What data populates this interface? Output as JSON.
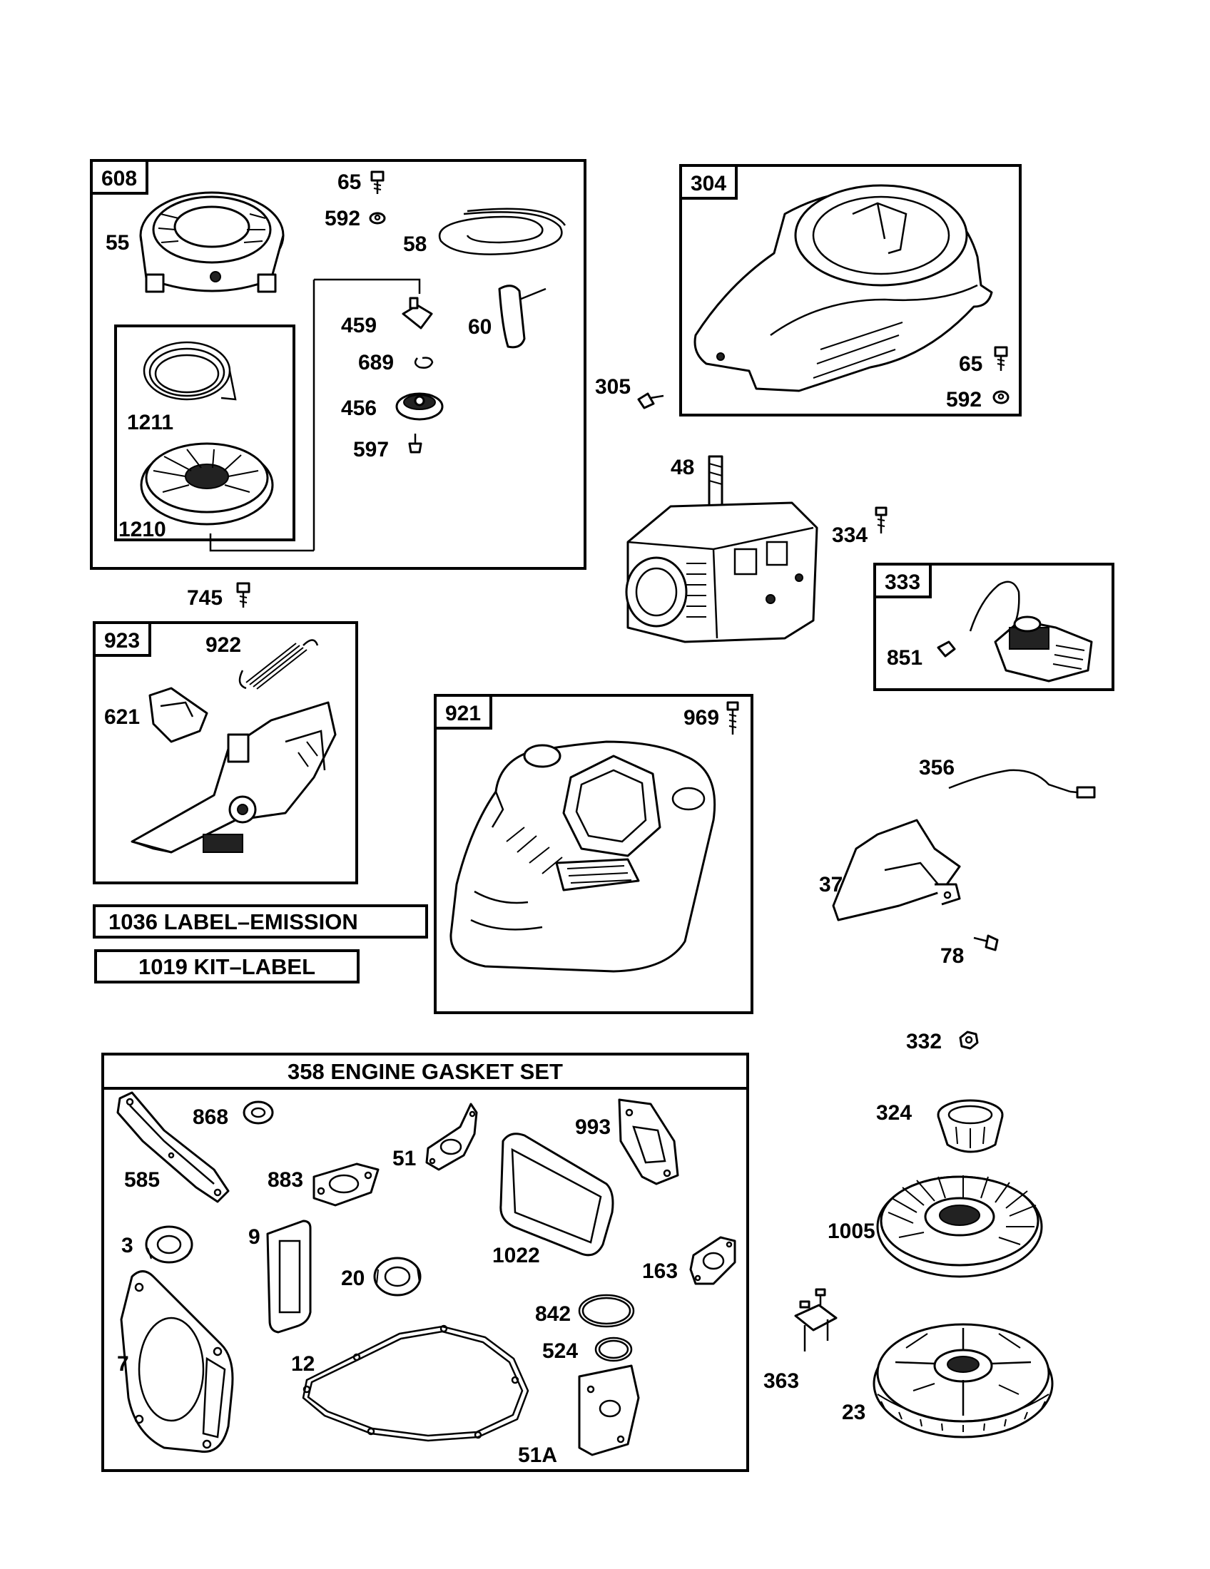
{
  "groups": {
    "g608": "608",
    "g304": "304",
    "g923": "923",
    "g921": "921",
    "g333": "333"
  },
  "banners": {
    "label_emission": "1036 LABEL–EMISSION",
    "kit_label": "1019 KIT–LABEL",
    "gasket_set": "358 ENGINE GASKET SET"
  },
  "parts": {
    "p65a": "65",
    "p592a": "592",
    "p55": "55",
    "p58": "58",
    "p459": "459",
    "p60": "60",
    "p689": "689",
    "p456": "456",
    "p597": "597",
    "p1211": "1211",
    "p1210": "1210",
    "p65b": "65",
    "p592b": "592",
    "p305": "305",
    "p48": "48",
    "p334": "334",
    "p745": "745",
    "p851": "851",
    "p922": "922",
    "p621": "621",
    "p969": "969",
    "p356": "356",
    "p37": "37",
    "p78": "78",
    "p332": "332",
    "p324": "324",
    "p1005": "1005",
    "p363": "363",
    "p23": "23",
    "p868": "868",
    "p585": "585",
    "p883": "883",
    "p51": "51",
    "p993": "993",
    "p3": "3",
    "p9": "9",
    "p1022": "1022",
    "p20": "20",
    "p163": "163",
    "p842": "842",
    "p7": "7",
    "p12": "12",
    "p524": "524",
    "p51A": "51A"
  }
}
